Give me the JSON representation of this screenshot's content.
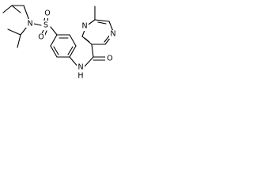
{
  "molecule": {
    "atoms": {
      "n_amine": "N",
      "s_sulfonyl": "S",
      "o_top": "O",
      "o_bottom": "O",
      "n_pyrazine_top": "N",
      "n_pyrazine_bottom": "N",
      "n_amide": "N",
      "h_amide": "H",
      "o_carbonyl": "O"
    }
  }
}
